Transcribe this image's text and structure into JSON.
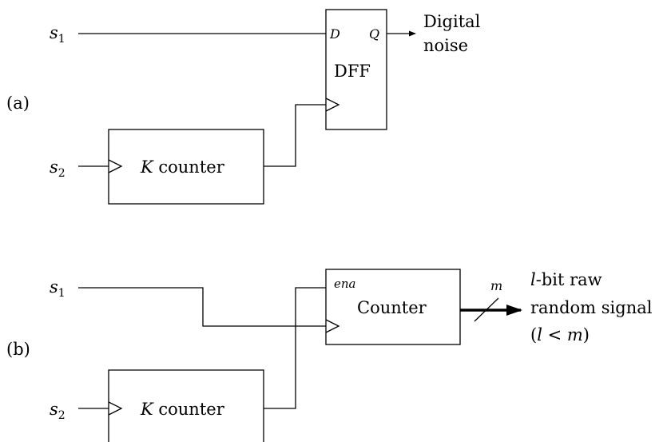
{
  "part_a": {
    "label": "(a)",
    "s1_var": "s",
    "s1_sub": "1",
    "s2_var": "s",
    "s2_sub": "2",
    "k_counter_var": "K",
    "k_counter_text": " counter",
    "dff_name": "DFF",
    "dff_d_pin": "D",
    "dff_q_pin": "Q",
    "output_line1": "Digital",
    "output_line2": "noise"
  },
  "part_b": {
    "label": "(b)",
    "s1_var": "s",
    "s1_sub": "1",
    "s2_var": "s",
    "s2_sub": "2",
    "k_counter_var": "K",
    "k_counter_text": " counter",
    "counter_name": "Counter",
    "ena_pin": "ena",
    "bus_width": "m",
    "output_line1_var": "l",
    "output_line1_text": "-bit raw",
    "output_line2": "random signal",
    "output_line3_open": "(",
    "output_line3_l": "l",
    "output_line3_lt": " < ",
    "output_line3_m": "m",
    "output_line3_close": ")"
  }
}
